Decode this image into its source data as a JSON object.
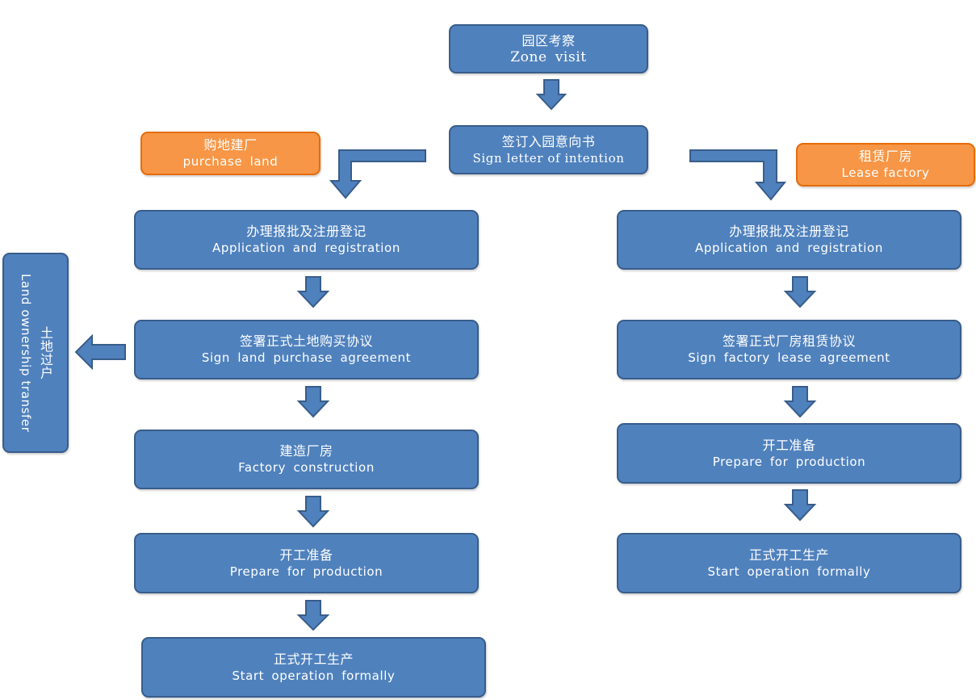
{
  "top": {
    "zone_visit": {
      "cn": "园区考察",
      "en": "Zone  visit"
    },
    "letter_of_intention": {
      "cn": "签订入园意向书",
      "en": "Sign letter of intention"
    }
  },
  "left_branch": {
    "label": {
      "cn": "购地建厂",
      "en": "purchase  land"
    },
    "application": {
      "cn": "办理报批及注册登记",
      "en": "Application  and  registration"
    },
    "purchase_agreement": {
      "cn": "签署正式土地购买协议",
      "en": "Sign  land  purchase  agreement"
    },
    "construction": {
      "cn": "建造厂房",
      "en": "Factory  construction"
    },
    "prepare": {
      "cn": "开工准备",
      "en": "Prepare  for  production"
    },
    "start": {
      "cn": "正式开工生产",
      "en": "Start  operation  formally"
    },
    "ownership_transfer": {
      "cn": "土地过户",
      "en": "Land ownership transfer"
    }
  },
  "right_branch": {
    "label": {
      "cn": "租赁厂房",
      "en": "Lease factory"
    },
    "application": {
      "cn": "办理报批及注册登记",
      "en": "Application  and  registration"
    },
    "lease_agreement": {
      "cn": "签署正式厂房租赁协议",
      "en": "Sign  factory  lease  agreement"
    },
    "prepare": {
      "cn": "开工准备",
      "en": "Prepare  for  production"
    },
    "start": {
      "cn": "正式开工生产",
      "en": "Start  operation  formally"
    }
  },
  "colors": {
    "box_fill": "#4f81bd",
    "box_border": "#385d8a",
    "label_fill": "#f79646",
    "label_border": "#e46c0a"
  }
}
